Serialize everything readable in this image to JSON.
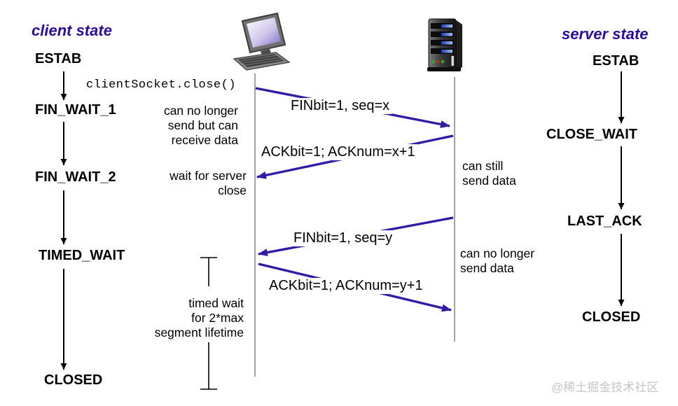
{
  "headers": {
    "client": "client state",
    "server": "server state"
  },
  "client_states": [
    "ESTAB",
    "FIN_WAIT_1",
    "FIN_WAIT_2",
    "TIMED_WAIT",
    "CLOSED"
  ],
  "server_states": [
    "ESTAB",
    "CLOSE_WAIT",
    "LAST_ACK",
    "CLOSED"
  ],
  "event_label": "clientSocket.close()",
  "messages": [
    "FINbit=1, seq=x",
    "ACKbit=1; ACKnum=x+1",
    "FINbit=1, seq=y",
    "ACKbit=1; ACKnum=y+1"
  ],
  "annotations": {
    "client_no_longer_send": "can no longer\nsend but can\nreceive data",
    "client_wait_close": "wait for server\nclose",
    "client_timed_wait": "timed wait\nfor 2*max\nsegment lifetime",
    "server_can_still_send": "can still\nsend data",
    "server_no_longer_send": "can no longer\nsend data"
  },
  "icons": {
    "client": "desktop-computer-icon",
    "server": "server-tower-icon"
  },
  "watermark": "@稀土掘金技术社区",
  "colors": {
    "header_text": "#2a0d9c",
    "message_arrow": "#2f1da5",
    "flow_arrow": "#000000",
    "timeline": "#8c8c8c",
    "state_text": "#000000",
    "watermark": "#c6c6c6"
  }
}
